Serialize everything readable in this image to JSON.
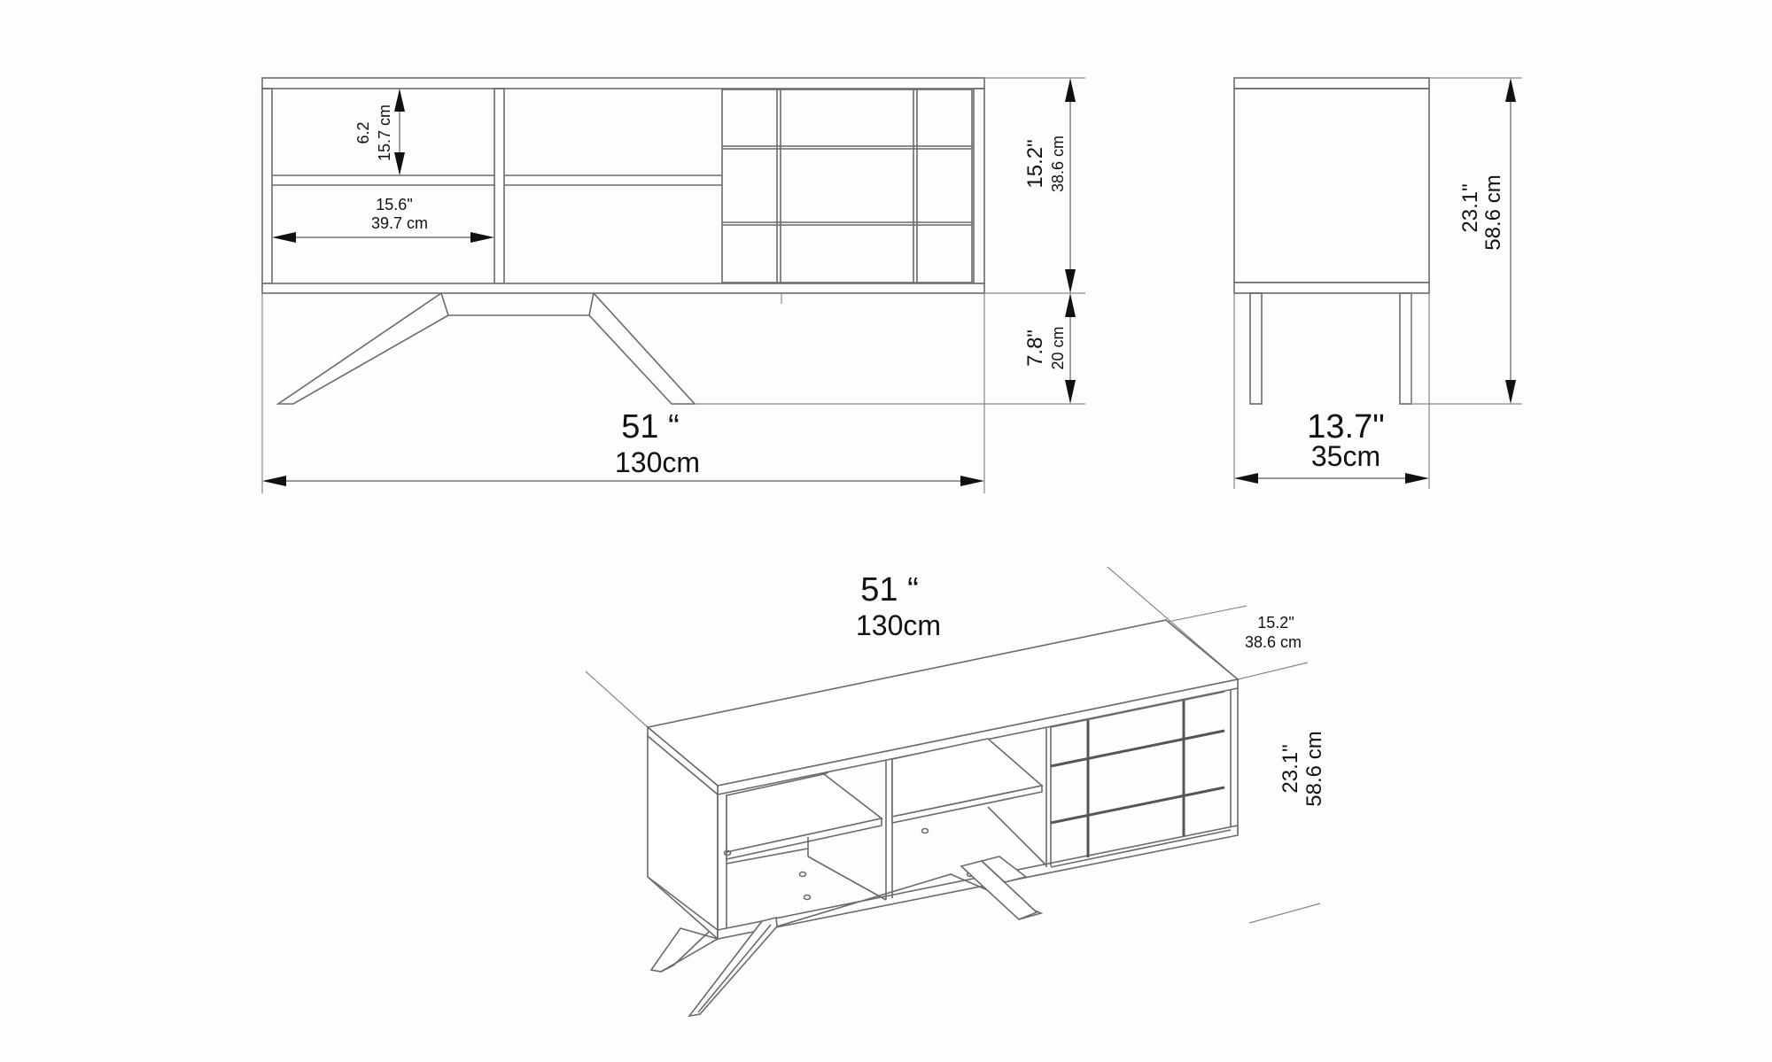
{
  "drawing": {
    "subject": "TV stand technical dimension drawing",
    "views": [
      "front",
      "side",
      "isometric"
    ]
  },
  "front_view": {
    "shelf_height": {
      "inch": "6.2",
      "cm": "15.7 cm"
    },
    "compartment_width": {
      "inch": "15.6\"",
      "cm": "39.7 cm"
    },
    "cabinet_height": {
      "inch": "15.2\"",
      "cm": "38.6 cm"
    },
    "leg_height": {
      "inch": "7.8\"",
      "cm": "20 cm"
    },
    "total_width": {
      "inch": "51 “",
      "cm": "130cm"
    }
  },
  "side_view": {
    "total_height": {
      "inch": "23.1\"",
      "cm": "58.6 cm"
    },
    "depth": {
      "inch": "13.7\"",
      "cm": "35cm"
    }
  },
  "isometric_view": {
    "width": {
      "inch": "51 “",
      "cm": "130cm"
    },
    "depth": {
      "inch": "15.2\"",
      "cm": "38.6 cm"
    },
    "height": {
      "inch": "23.1\"",
      "cm": "58.6 cm"
    }
  },
  "colors": {
    "line": "#6a6a6a",
    "text": "#111111",
    "background": "#fdfdfe"
  }
}
